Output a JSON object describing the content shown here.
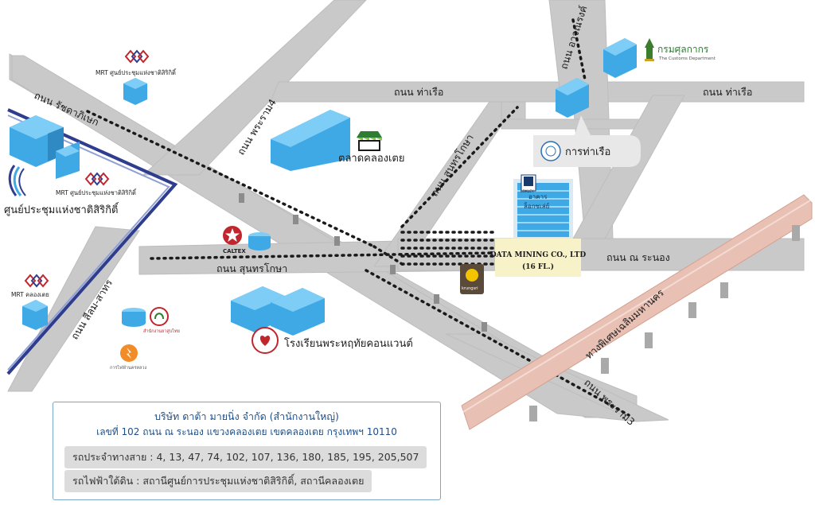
{
  "roads": {
    "ratchadaphisek": "ถนน รัชดาภิเษก",
    "rama4": "ถนน พระราม4",
    "tha_ruea_1": "ถนน ท่าเรือ",
    "tha_ruea_2": "ถนน ท่าเรือ",
    "sunthornkosa_upper": "ถนน สุนทรโกษา",
    "sunthornkosa_lower": "ถนน สุนทรโกษา",
    "na_ranong": "ถนน ณ ระนอง",
    "silom_sathorn": "ถนน สีลม-สาทร",
    "rama3": "ถนน พระราม3",
    "atsawin": "ถนน อาจณรงค์",
    "expressway": "ทางพิเศษเฉลิมมหานคร"
  },
  "landmarks": {
    "mrt_qsncc_top": "MRT ศูนย์ประชุมแห่งชาติสิริกิติ์",
    "mrt_qsncc_left": "MRT ศูนย์ประชุมแห่งชาติสิริกิติ์",
    "qsncc": "ศูนย์ประชุมแห่งชาติสิริกิติ์",
    "mrt_khlong_toei": "MRT คลองเตย",
    "khlong_toei_market": "ตลาดคลองเตย",
    "customs": "กรมศุลกากร",
    "customs_en": "The Customs Department",
    "port_authority": "การท่าเรือ",
    "lock_building_1": "อาคาร",
    "lock_building_2": "ล็อกซเล่ย์",
    "lock_logo": "LOXLEY",
    "caltex": "CALTEX",
    "school": "โรงเรียนพระหฤทัยคอนแวนต์",
    "tobacco": "สำนักงานยาสูบไทย",
    "mea": "การไฟฟ้านครหลวง",
    "krungsri": "krungsri"
  },
  "company_box": {
    "line1": "DATA MINING CO., LTD",
    "line2": "(16 FL.)"
  },
  "info": {
    "title": "บริษัท ดาต้า มายนิ่ง จำกัด (สำนักงานใหญ่)",
    "address": "เลขที่ 102 ถนน ณ ระนอง แขวงคลองเตย เขตคลองเตย กรุงเทพฯ 10110",
    "bus": "รถประจำทางสาย : 4, 13, 47, 74, 102, 107, 136, 180, 185, 195, 205,507",
    "subway": "รถไฟฟ้าใต้ดิน : สถานีศูนย์การประชุมแห่งชาติสิริกิติ์, สถานีคลองเตย"
  },
  "colors": {
    "road": "#c9c9c9",
    "road_edge": "#b0b0b0",
    "blue_building": "#3fa9e6",
    "mrt_line": "#2f3d8f",
    "expressway": "#e8c0b4",
    "company_box": "#f8f2c8",
    "info_text": "#1f4f86"
  }
}
